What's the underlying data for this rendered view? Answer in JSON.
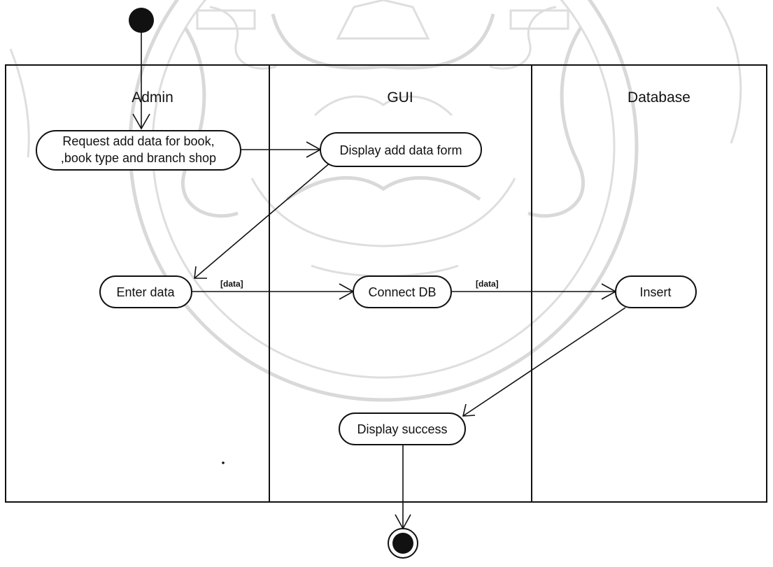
{
  "diagram": {
    "lanes": [
      {
        "title": "Admin"
      },
      {
        "title": "GUI"
      },
      {
        "title": "Database"
      }
    ],
    "nodes": {
      "request": {
        "line1": "Request add data for book,",
        "line2": ",book type and branch shop"
      },
      "display_form": {
        "label": "Display add data form"
      },
      "enter_data": {
        "label": "Enter data"
      },
      "connect_db": {
        "label": "Connect DB"
      },
      "insert": {
        "label": "Insert"
      },
      "display_success": {
        "label": "Display success"
      }
    },
    "guards": {
      "enter_to_connect": "[data]",
      "connect_to_insert": "[data]"
    }
  }
}
